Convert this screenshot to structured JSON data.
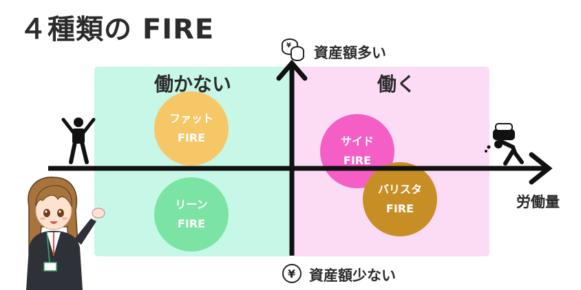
{
  "title": "４種類の FIRE",
  "quadrants": {
    "left_label": "働かない",
    "right_label": "働く"
  },
  "axes": {
    "top_label": "資産額多い",
    "bottom_label": "資産額少ない",
    "x_label": "労働量"
  },
  "circles": [
    {
      "line1": "ファット",
      "line2": "FIRE",
      "color": "#f6c766"
    },
    {
      "line1": "リーン",
      "line2": "FIRE",
      "color": "#7be4a5"
    },
    {
      "line1": "サイド",
      "line2": "FIRE",
      "color": "#f55ec4"
    },
    {
      "line1": "バリスタ",
      "line2": "FIRE",
      "color": "#c88e26"
    }
  ],
  "icons": {
    "top": "coins-icon",
    "bottom": "yen-coin-icon",
    "left": "person-relaxing-icon",
    "right": "person-carrying-load-icon",
    "character": "businesswoman-illustration"
  },
  "colors": {
    "left_panel": "#c7f7e6",
    "right_panel": "#fbdcf4",
    "axis": "#111111"
  }
}
